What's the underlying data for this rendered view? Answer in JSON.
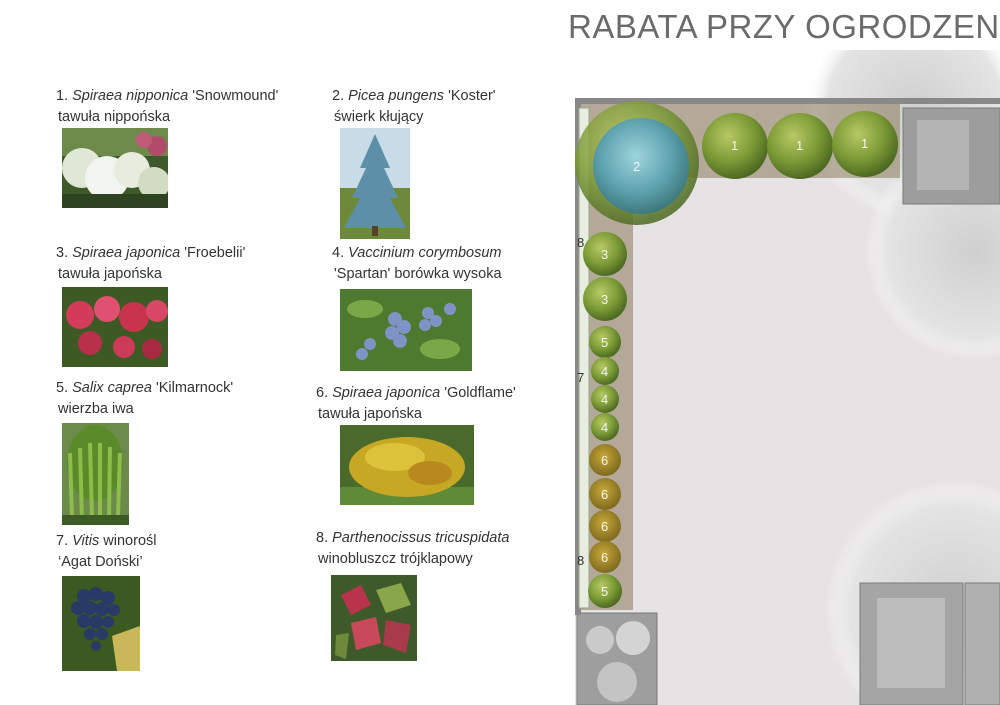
{
  "title": "RABATA PRZY OGRODZENIU",
  "legend": [
    {
      "num": "1.",
      "latin": "Spiraea nipponica",
      "cultivar": "'Snowmound'",
      "common": "tawuła nippońska",
      "photo": "white-flowering-shrub"
    },
    {
      "num": "2.",
      "latin": "Picea pungens",
      "cultivar": "'Koster'",
      "common": "świerk kłujący",
      "photo": "blue-spruce"
    },
    {
      "num": "3.",
      "latin": "Spiraea japonica",
      "cultivar": "'Froebelii'",
      "common": "tawuła japońska",
      "photo": "pink-flowering-shrub"
    },
    {
      "num": "4.",
      "latin": "Vaccinium corymbosum",
      "cultivar": "'Spartan' borówka wysoka",
      "common": "",
      "photo": "blueberries"
    },
    {
      "num": "5.",
      "latin": "Salix caprea",
      "cultivar": "'Kilmarnock'",
      "common": "wierzba iwa",
      "photo": "weeping-willow"
    },
    {
      "num": "6.",
      "latin": "Spiraea japonica",
      "cultivar": "'Goldflame'",
      "common": "tawuła japońska",
      "photo": "golden-shrub"
    },
    {
      "num": "7.",
      "latin": "Vitis",
      "cultivar": "winorośl",
      "common": "‘Agat Doński’",
      "photo": "grapes"
    },
    {
      "num": "8.",
      "latin": "Parthenocissus tricuspidata",
      "cultivar": "",
      "common": "winobluszcz trójklapowy",
      "photo": "red-green-leaves"
    }
  ],
  "plan": {
    "top_row_labels": [
      "2",
      "1",
      "1",
      "1"
    ],
    "column_labels": [
      "3",
      "3",
      "5",
      "4",
      "4",
      "4",
      "6",
      "6",
      "6",
      "6",
      "5"
    ],
    "edge_labels": [
      "8",
      "7",
      "8"
    ]
  },
  "colors": {
    "title": "#6b6b6b",
    "paving": "#e6e3e4",
    "spruce": "#6fb3b8",
    "shrub_green": "#7fa13a",
    "golden_shrub": "#b89a2a",
    "soil": "#8a7a5a"
  }
}
